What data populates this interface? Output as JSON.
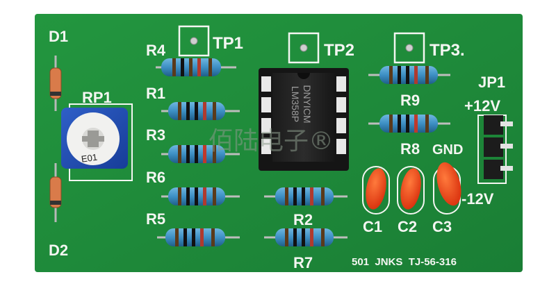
{
  "board": {
    "pcb_color": "#1e8a3a",
    "silk_color": "#f4f6f2",
    "footer_text": "501  JNKS  TJ-56-316"
  },
  "labels": {
    "d1": "D1",
    "d2": "D2",
    "rp1": "RP1",
    "pot_marking": "E01",
    "tp1": "TP1",
    "tp2": "TP2",
    "tp3": "TP3.",
    "r1": "R1",
    "r2": "R2",
    "r3": "R3",
    "r4": "R4",
    "r5": "R5",
    "r6": "R6",
    "r7": "R7",
    "r8": "R8",
    "r9": "R9",
    "jp1": "JP1",
    "plus12v": "+12V",
    "gnd": "GND",
    "minus12v": "-12V",
    "c1": "C1",
    "c2": "C2",
    "c3": "C3"
  },
  "ic": {
    "marking_line1": "DNYICM",
    "marking_line2": "LM358P"
  },
  "watermark": "佰陆电子®"
}
